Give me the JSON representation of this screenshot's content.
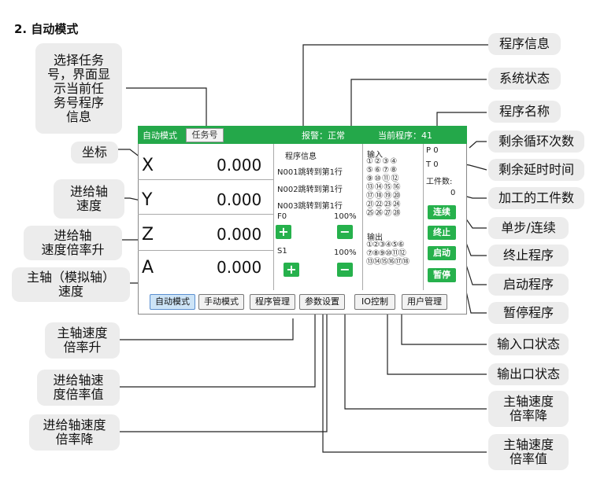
{
  "title": "2. 自动模式",
  "callouts": {
    "select_task": "选择任务\n号，界面显\n示当前任\n务号程序\n信息",
    "coords": "坐标",
    "feed_speed": "进给轴\n速度",
    "feed_rate_up": "进给轴\n速度倍率升",
    "spindle_speed": "主轴（模拟轴）\n速度",
    "spindle_rate_up": "主轴速度\n倍率升",
    "feed_rate_value": "进给轴速\n度倍率值",
    "feed_rate_down": "进给轴速度\n倍率降",
    "program_info": "程序信息",
    "system_status": "系统状态",
    "program_name": "程序名称",
    "loops_left": "剩余循环次数",
    "delay_left": "剩余延时时间",
    "workpieces": "加工的工件数",
    "step_cont": "单步/连续",
    "stop_program": "终止程序",
    "start_program": "启动程序",
    "pause_program": "暂停程序",
    "input_status": "输入口状态",
    "output_status": "输出口状态",
    "spindle_rate_down": "主轴速度\n倍率降",
    "spindle_rate_value": "主轴速度\n倍率值"
  },
  "screen": {
    "mode_label": "自动模式",
    "task_button": "任务号",
    "alarm": "报警：正常",
    "current_program": "当前程序：41",
    "axes": [
      {
        "label": "X",
        "value": "0.000"
      },
      {
        "label": "Y",
        "value": "0.000"
      },
      {
        "label": "Z",
        "value": "0.000"
      },
      {
        "label": "A",
        "value": "0.000"
      }
    ],
    "program_info_title": "程序信息",
    "program_lines": [
      "N001跳转到第1行",
      "N002跳转到第1行",
      "N003跳转到第1行"
    ],
    "feed_label": "F0",
    "feed_pct": "100%",
    "spindle_label": "S1",
    "spindle_pct": "100%",
    "inputs_title": "输入",
    "inputs_rows": [
      "① ② ③ ④",
      "⑤ ⑥ ⑦ ⑧",
      "⑨ ⑩ ⑪ ⑫",
      "⑬ ⑭ ⑮ ⑯",
      "⑰ ⑱ ⑲ ⑳",
      "㉑ ㉒ ㉓ ㉔",
      "㉕ ㉖ ㉗ ㉘"
    ],
    "outputs_title": "输出",
    "outputs_rows": [
      "①②③④⑤⑥",
      "⑦⑧⑨⑩⑪⑫",
      "⑬⑭⑮⑯⑰⑱"
    ],
    "p_label": "P 0",
    "t_label": "T 0",
    "workpiece_label": "工件数:",
    "workpiece_value": "0",
    "btn_continuous": "连续",
    "btn_stop": "终止",
    "btn_start": "启动",
    "btn_pause": "暂停",
    "plus": "+",
    "minus": "−",
    "nav": [
      "自动模式",
      "手动模式",
      "程序管理",
      "参数设置",
      "IO控制",
      "用户管理"
    ]
  }
}
